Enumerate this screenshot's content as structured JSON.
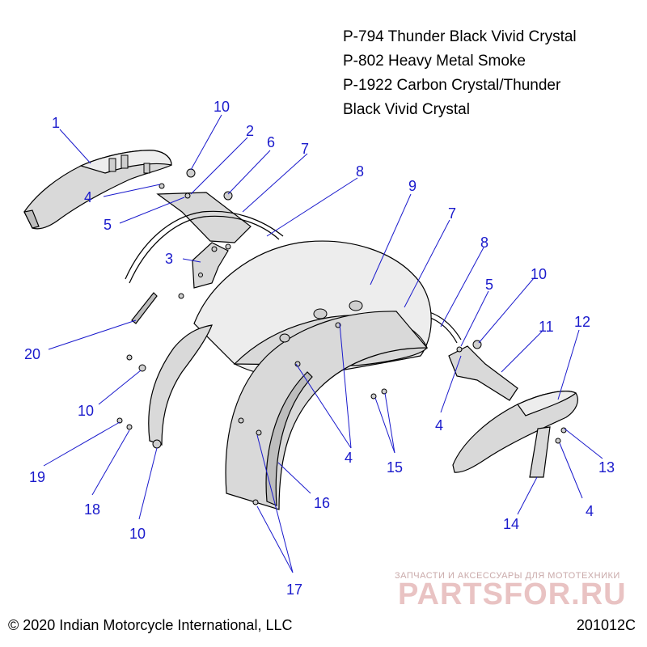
{
  "header": {
    "paint_codes": [
      "P-794 Thunder Black Vivid Crystal",
      "P-802 Heavy Metal Smoke",
      "P-1922 Carbon Crystal/Thunder",
      "Black Vivid Crystal"
    ]
  },
  "callouts": {
    "c1": "1",
    "c2": "2",
    "c3": "3",
    "c4a": "4",
    "c4b": "4",
    "c4c": "4",
    "c4d": "4",
    "c5a": "5",
    "c5b": "5",
    "c6": "6",
    "c7a": "7",
    "c7b": "7",
    "c8a": "8",
    "c8b": "8",
    "c9": "9",
    "c10a": "10",
    "c10b": "10",
    "c10c": "10",
    "c10d": "10",
    "c11": "11",
    "c12": "12",
    "c13": "13",
    "c14": "14",
    "c15": "15",
    "c16": "16",
    "c17": "17",
    "c18": "18",
    "c19": "19",
    "c20": "20"
  },
  "footer": {
    "copyright": "© 2020 Indian Motorcycle International, LLC",
    "diagram_id": "201012C"
  },
  "watermark": {
    "tagline": "ЗАПЧАСТИ И АКСЕССУАРЫ ДЛЯ МОТОТЕХНИКИ",
    "brand": "PARTSFOR.RU"
  },
  "colors": {
    "callout": "#1a1acc",
    "part_fill": "#d9d9d9",
    "watermark": "#e9c3c3"
  }
}
